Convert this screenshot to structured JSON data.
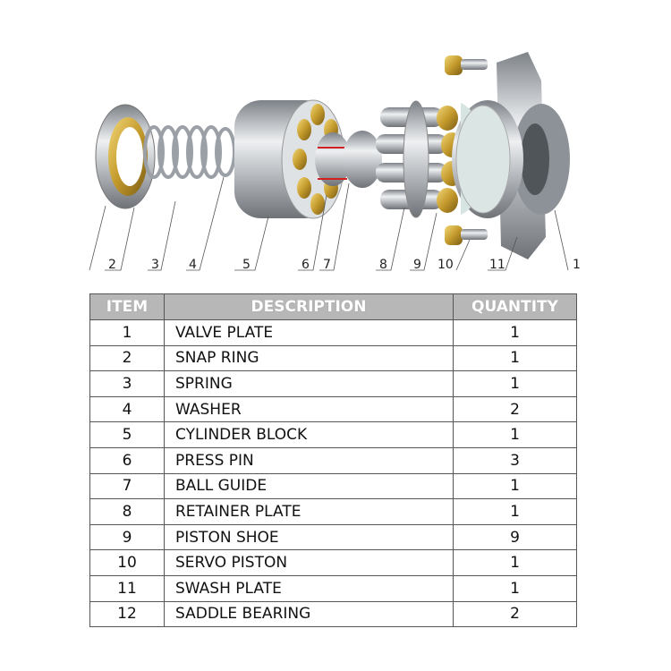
{
  "diagram": {
    "callouts": [
      "",
      "2",
      "3",
      "4",
      "5",
      "6",
      "7",
      "8",
      "9",
      "10",
      "11",
      "1"
    ],
    "colors": {
      "brass": "#c8a030",
      "steel": "#b8bcc0",
      "accent_red": "#d02020"
    }
  },
  "table": {
    "headers": [
      "ITEM",
      "DESCRIPTION",
      "QUANTITY"
    ],
    "rows": [
      {
        "item": "1",
        "description": "VALVE PLATE",
        "quantity": "1"
      },
      {
        "item": "2",
        "description": "SNAP RING",
        "quantity": "1"
      },
      {
        "item": "3",
        "description": "SPRING",
        "quantity": "1"
      },
      {
        "item": "4",
        "description": "WASHER",
        "quantity": "2"
      },
      {
        "item": "5",
        "description": "CYLINDER BLOCK",
        "quantity": "1"
      },
      {
        "item": "6",
        "description": "PRESS PIN",
        "quantity": "3"
      },
      {
        "item": "7",
        "description": "BALL GUIDE",
        "quantity": "1"
      },
      {
        "item": "8",
        "description": "RETAINER PLATE",
        "quantity": "1"
      },
      {
        "item": "9",
        "description": "PISTON SHOE",
        "quantity": "9"
      },
      {
        "item": "10",
        "description": "SERVO PISTON",
        "quantity": "1"
      },
      {
        "item": "11",
        "description": "SWASH PLATE",
        "quantity": "1"
      },
      {
        "item": "12",
        "description": "SADDLE BEARING",
        "quantity": "2"
      }
    ]
  }
}
